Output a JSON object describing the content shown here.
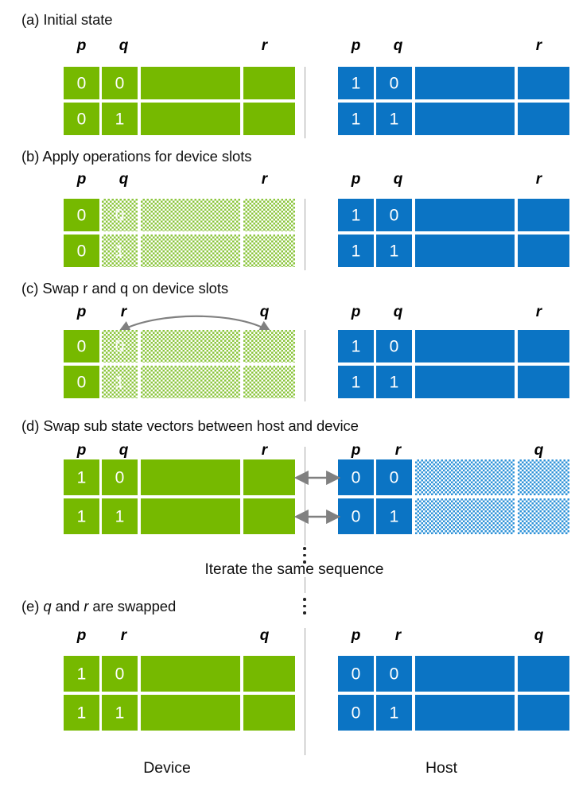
{
  "figure": {
    "divider_color": "#a6a6a6",
    "green": "#76b900",
    "blue": "#0b74c4",
    "green_hatch": "#8cc63e",
    "blue_hatch": "#2f93d8",
    "arrow_color": "#808080"
  },
  "sections": {
    "a": {
      "caption_prefix": "(a)",
      "caption_text": "Initial state",
      "device": {
        "headers": [
          "p",
          "q",
          "r"
        ],
        "rows": [
          [
            "0",
            "0"
          ],
          [
            "0",
            "1"
          ]
        ]
      },
      "host": {
        "headers": [
          "p",
          "q",
          "r"
        ],
        "rows": [
          [
            "1",
            "0"
          ],
          [
            "1",
            "1"
          ]
        ]
      }
    },
    "b": {
      "caption_prefix": "(b)",
      "caption_text": "Apply operations for device slots",
      "device": {
        "headers": [
          "p",
          "q",
          "r"
        ],
        "rows": [
          [
            "0",
            "0"
          ],
          [
            "0",
            "1"
          ]
        ]
      },
      "host": {
        "headers": [
          "p",
          "q",
          "r"
        ],
        "rows": [
          [
            "1",
            "0"
          ],
          [
            "1",
            "1"
          ]
        ]
      }
    },
    "c": {
      "caption_prefix": "(c)",
      "caption_text": "Swap r and q on device slots",
      "device": {
        "headers": [
          "p",
          "r",
          "q"
        ],
        "rows": [
          [
            "0",
            "0"
          ],
          [
            "0",
            "1"
          ]
        ]
      },
      "host": {
        "headers": [
          "p",
          "q",
          "r"
        ],
        "rows": [
          [
            "1",
            "0"
          ],
          [
            "1",
            "1"
          ]
        ]
      }
    },
    "d": {
      "caption_prefix": "(d)",
      "caption_text": "Swap sub state vectors between host and device",
      "device": {
        "headers": [
          "p",
          "q",
          "r"
        ],
        "rows": [
          [
            "1",
            "0"
          ],
          [
            "1",
            "1"
          ]
        ]
      },
      "host": {
        "headers": [
          "p",
          "r",
          "q"
        ],
        "rows": [
          [
            "0",
            "0"
          ],
          [
            "0",
            "1"
          ]
        ]
      }
    },
    "e": {
      "caption_prefix": "(e)",
      "caption_italic_1": "q",
      "caption_mid": " and ",
      "caption_italic_2": "r",
      "caption_tail": " are swapped",
      "device": {
        "headers": [
          "p",
          "r",
          "q"
        ],
        "rows": [
          [
            "1",
            "0"
          ],
          [
            "1",
            "1"
          ]
        ]
      },
      "host": {
        "headers": [
          "p",
          "r",
          "q"
        ],
        "rows": [
          [
            "0",
            "0"
          ],
          [
            "0",
            "1"
          ]
        ]
      }
    }
  },
  "middle": {
    "iterate_label": "Iterate the same sequence"
  },
  "footer": {
    "device_label": "Device",
    "host_label": "Host"
  }
}
